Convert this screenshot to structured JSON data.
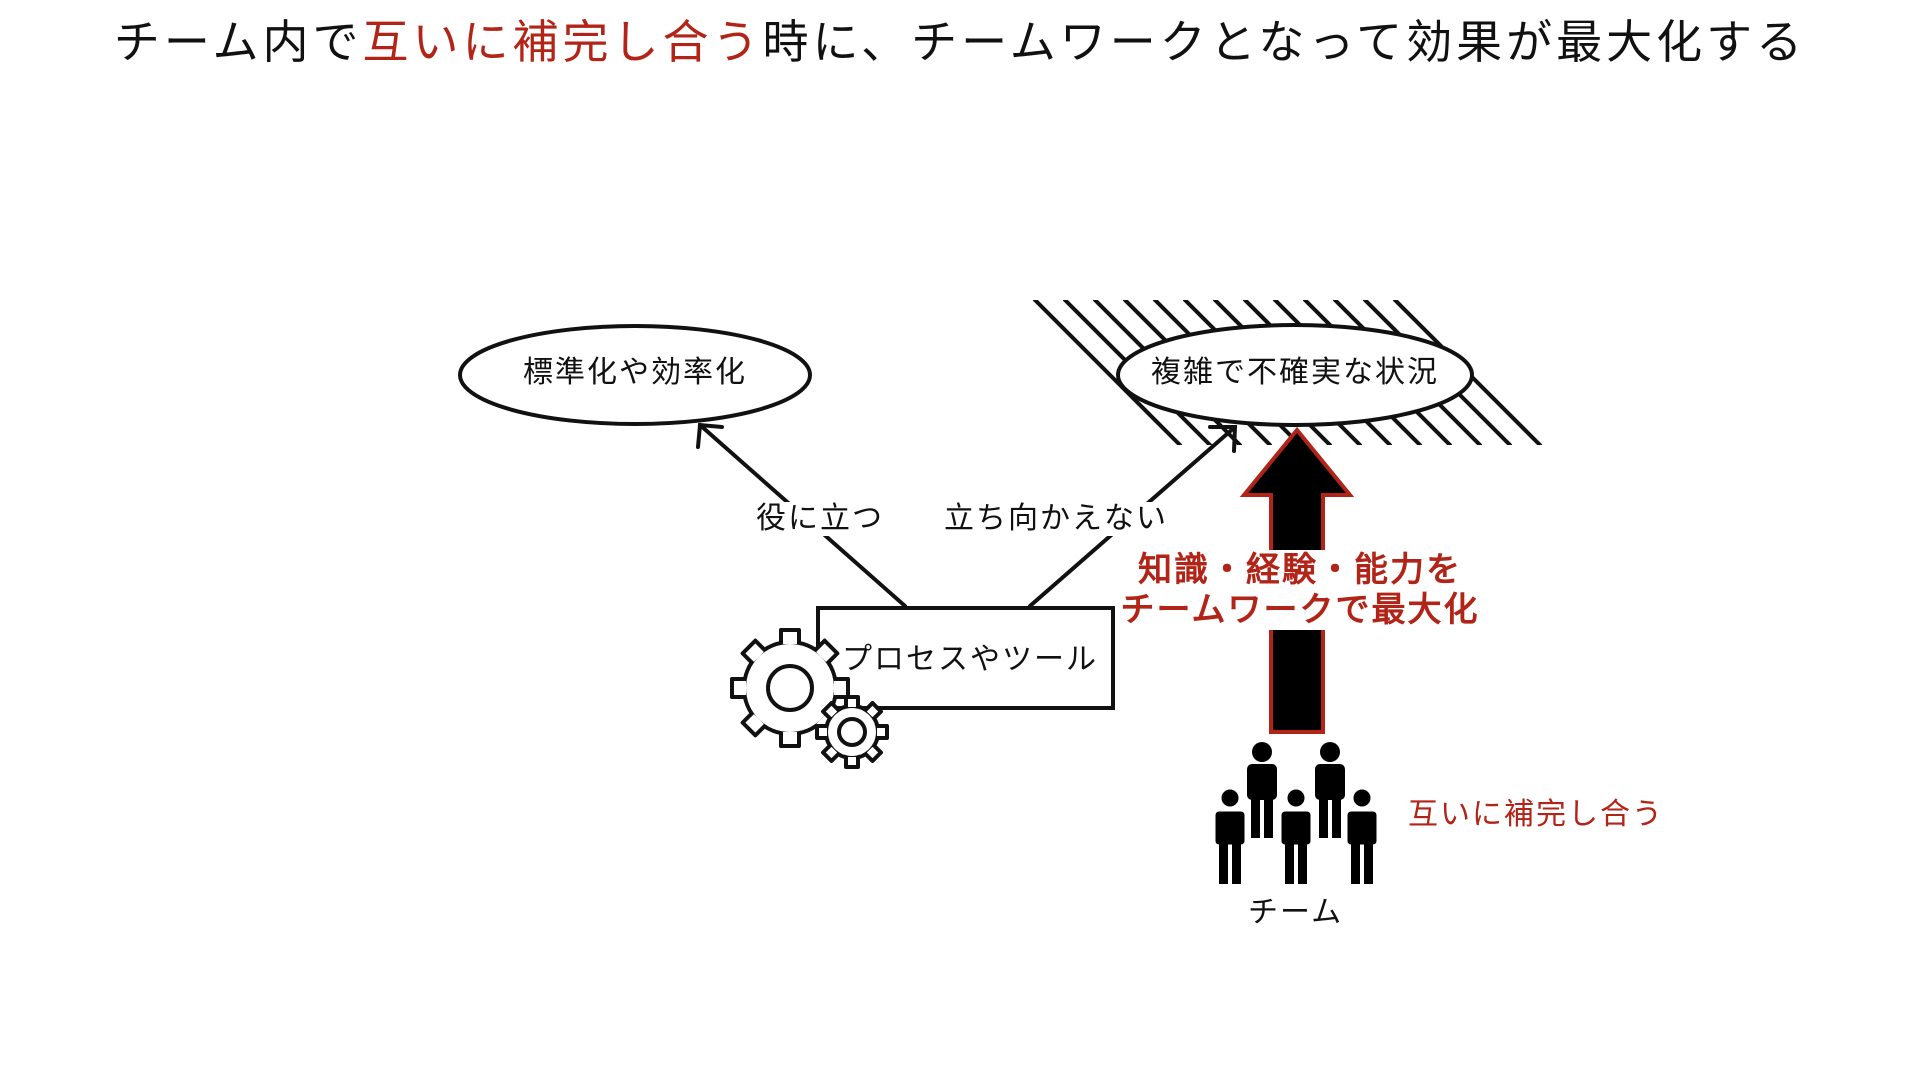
{
  "title": {
    "prefix": "チーム内で",
    "highlight": "互いに補完し合う",
    "suffix": "時に、チームワークとなって効果が最大化する"
  },
  "nodes": {
    "standardization": "標準化や効率化",
    "complex_situation": "複雑で不確実な状況",
    "process_tools": "プロセスやツール"
  },
  "edges": {
    "useful": "役に立つ",
    "cannot_face": "立ち向かえない"
  },
  "team_arrow_label": {
    "line1": "知識・経験・能力を",
    "line2": "チームワークで最大化"
  },
  "team": {
    "label": "チーム",
    "complement": "互いに補完し合う"
  },
  "colors": {
    "accent": "#b22418",
    "ink": "#111111"
  },
  "icons": {
    "gears": "gears-icon",
    "team": "team-people-icon",
    "hatch": "wall-hatching"
  }
}
